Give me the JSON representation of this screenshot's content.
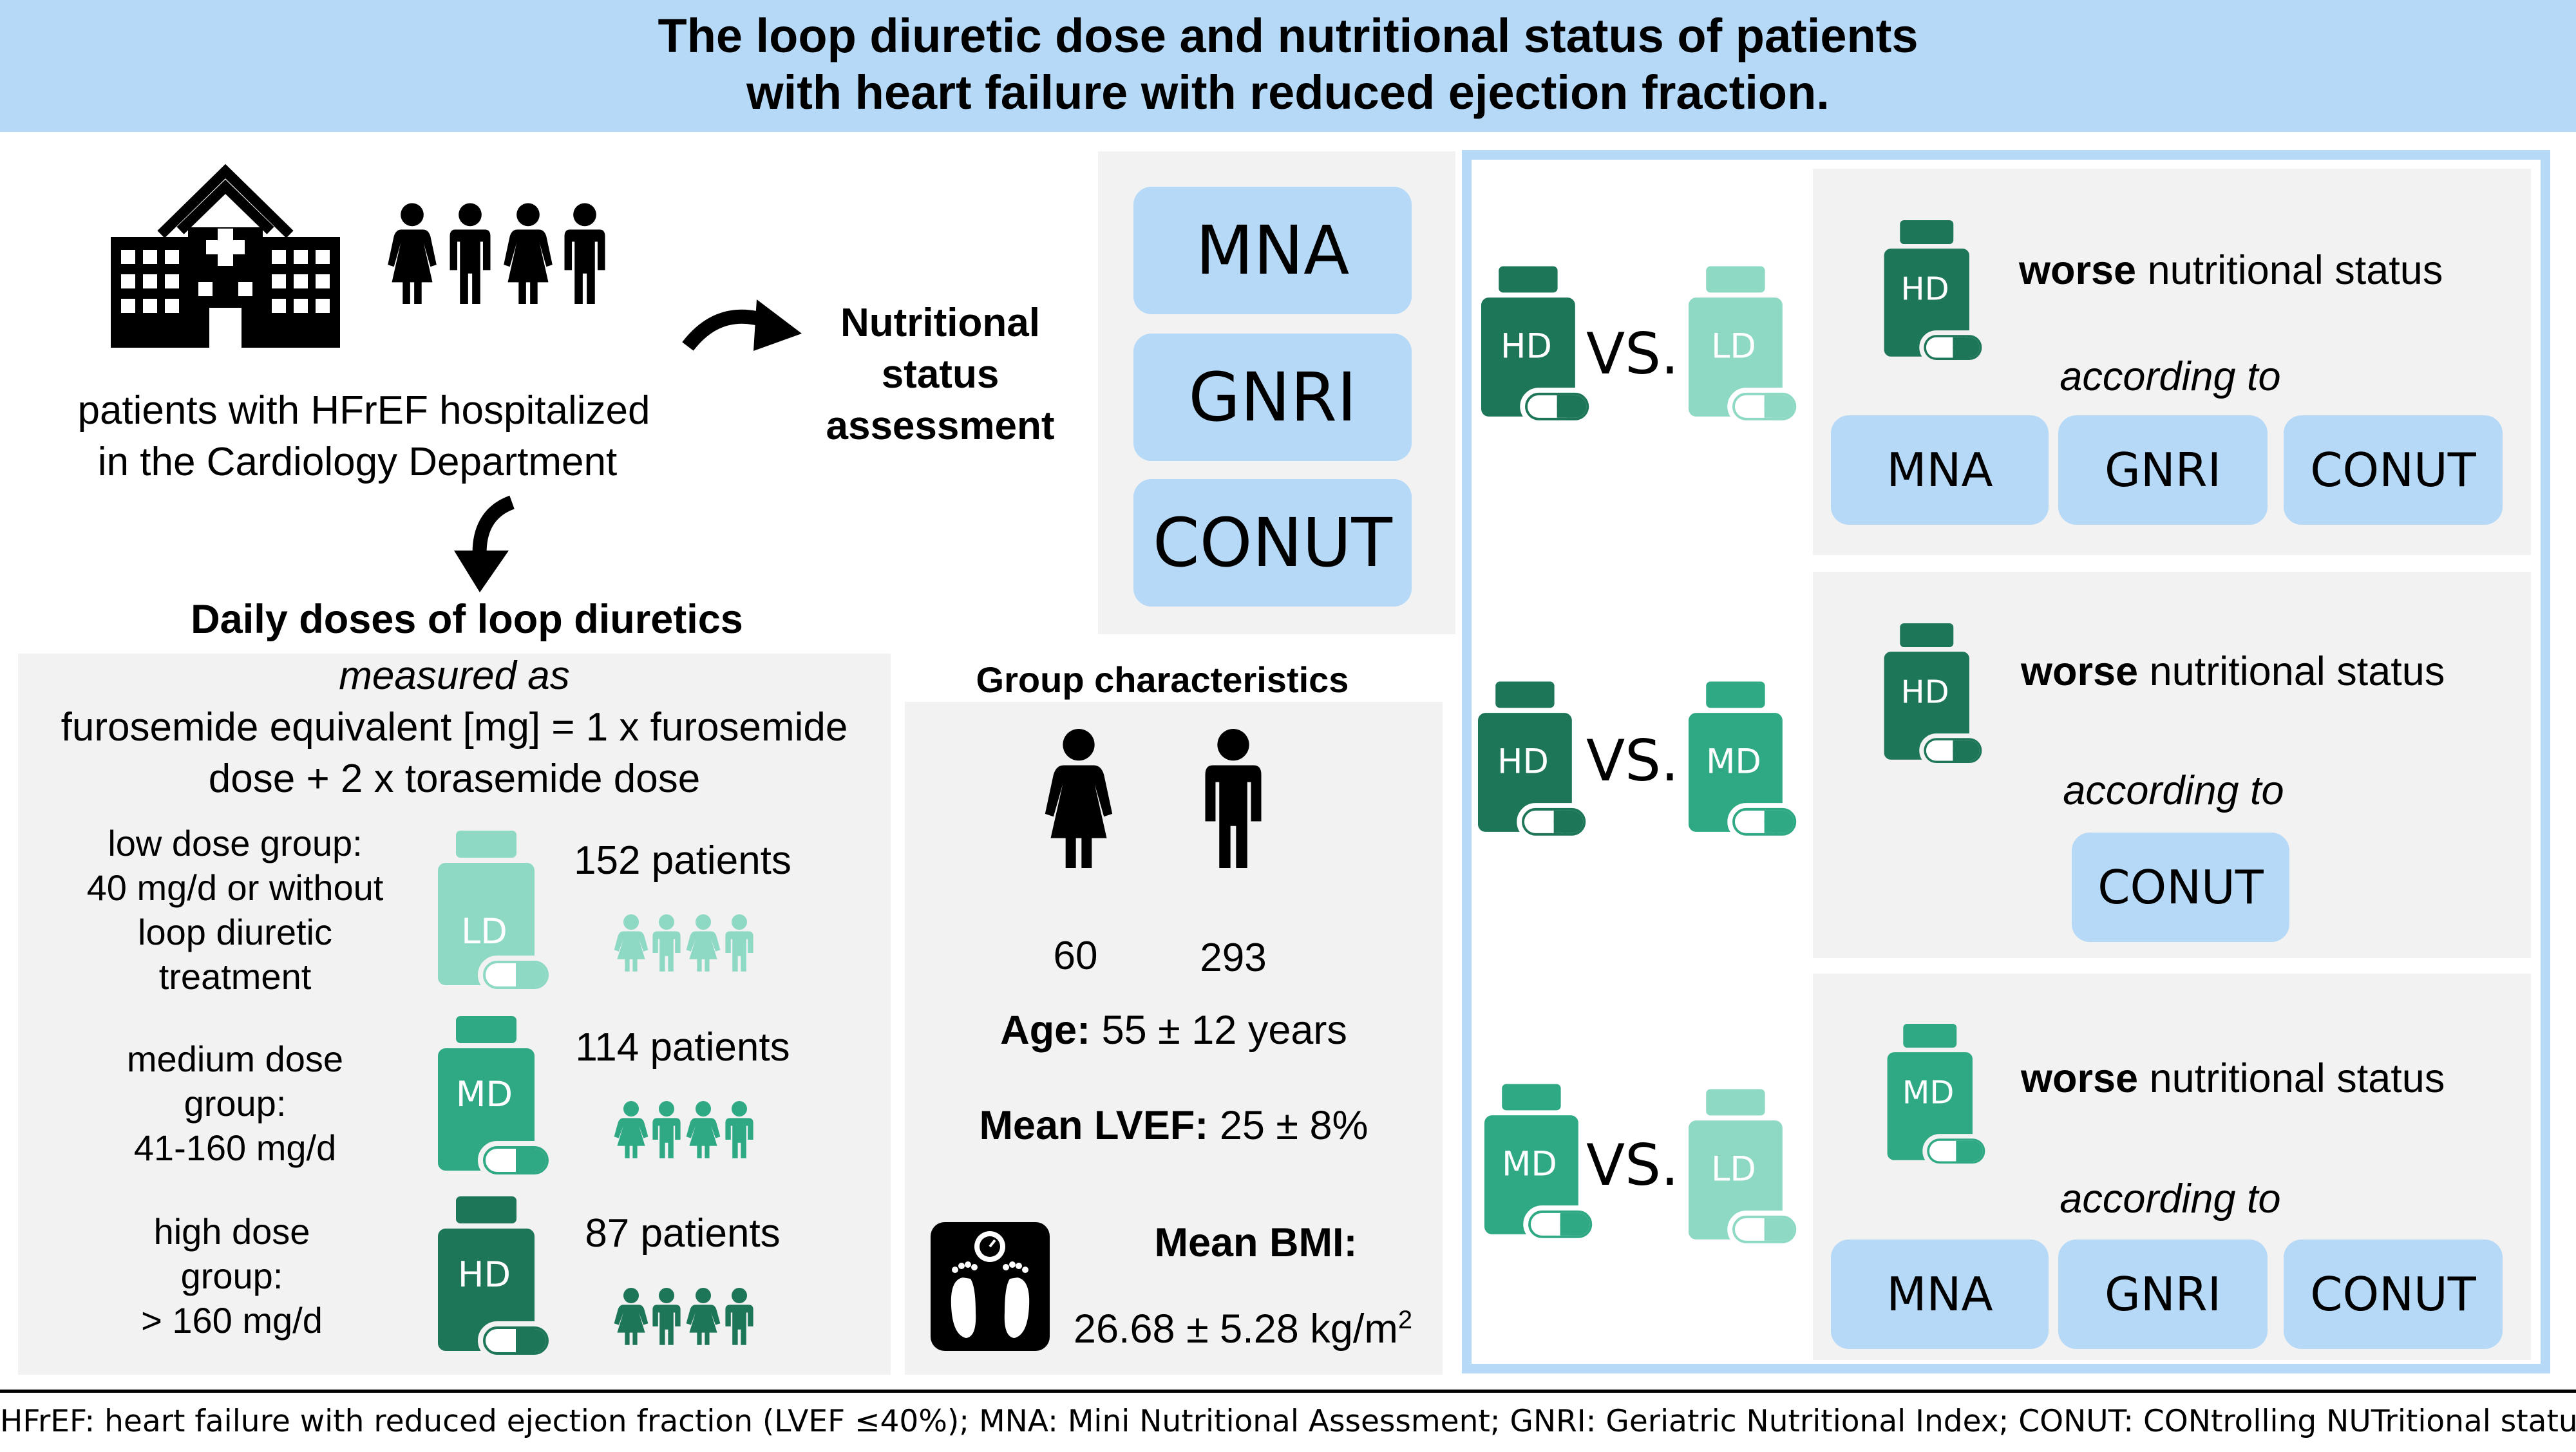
{
  "title": {
    "line1": "The loop diuretic dose and nutritional status of patients",
    "line2": "with heart failure with reduced ejection fraction."
  },
  "intro": {
    "line1": "patients with HFrEF hospitalized",
    "line2": "in the Cardiology Department"
  },
  "assessment": {
    "line1": "Nutritional",
    "line2": "status",
    "line3": "assessment"
  },
  "tools": [
    "MNA",
    "GNRI",
    "CONUT"
  ],
  "doses": {
    "heading": "Daily doses of loop diuretics",
    "measured_as": "measured as",
    "formula_line1": "furosemide equivalent [mg] = 1 x furosemide",
    "formula_line2": "dose + 2 x torasemide dose",
    "groups": [
      {
        "label_lines": [
          "low dose group:",
          "40 mg/d or without",
          "loop diuretic",
          "treatment"
        ],
        "badge": "LD",
        "patients": "152 patients",
        "color": "#8ed9c4"
      },
      {
        "label_lines": [
          "medium dose",
          "group:",
          "41-160 mg/d"
        ],
        "badge": "MD",
        "patients": "114 patients",
        "color": "#2fa984"
      },
      {
        "label_lines": [
          "high dose",
          "group:",
          "> 160 mg/d"
        ],
        "badge": "HD",
        "patients": "87 patients",
        "color": "#1e7658"
      }
    ]
  },
  "characteristics": {
    "heading": "Group characteristics",
    "female": "60",
    "male": "293",
    "age_label": "Age:",
    "age_value": " 55 ± 12 years",
    "lvef_label": "Mean LVEF:",
    "lvef_value": " 25 ± 8%",
    "bmi_label": "Mean BMI:",
    "bmi_value": "26.68 ± 5.28 kg/m",
    "bmi_sup": "2"
  },
  "comparisons": [
    {
      "left": "HD",
      "right": "LD",
      "vs": "VS.",
      "worse": "worse",
      "status": " nutritional status",
      "according": "according to",
      "tools": [
        "MNA",
        "GNRI",
        "CONUT"
      ]
    },
    {
      "left": "HD",
      "right": "MD",
      "vs": "VS.",
      "worse": "worse",
      "status": " nutritional status",
      "according": "according to",
      "tools": [
        "CONUT"
      ]
    },
    {
      "left": "MD",
      "right": "LD",
      "vs": "VS.",
      "worse": "worse",
      "status": " nutritional status",
      "according": "according to",
      "tools": [
        "MNA",
        "GNRI",
        "CONUT"
      ]
    }
  ],
  "footer": "HFrEF: heart failure with reduced ejection fraction (LVEF ≤40%); MNA: Mini Nutritional Assessment; GNRI: Geriatric Nutritional Index; CONUT: CONtrolling NUTritional status",
  "colors": {
    "accent_blue": "#b5d9f6",
    "ld": "#8ed9c4",
    "md": "#2fa984",
    "hd": "#1e7658",
    "panel": "#f2f2f2"
  },
  "icons": [
    "hospital-icon",
    "people-icon",
    "arrow-icon",
    "pill-bottle-icon",
    "family-icon",
    "female-icon",
    "male-icon",
    "scale-icon"
  ]
}
